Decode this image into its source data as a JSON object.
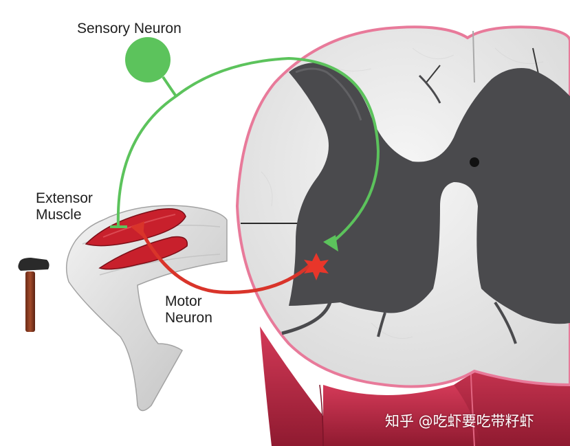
{
  "labels": {
    "sensory_neuron": "Sensory Neuron",
    "extensor_muscle_line1": "Extensor",
    "extensor_muscle_line2": "Muscle",
    "motor_neuron_line1": "Motor",
    "motor_neuron_line2": "Neuron"
  },
  "watermark": "知乎 @吃虾要吃带籽虾",
  "colors": {
    "sensory": "#5cc35c",
    "motor": "#d9342a",
    "gray_matter": "#4a4a4d",
    "white_matter": "#ececec",
    "meninges": "#e87a9a",
    "roots": "#b0243c",
    "muscle": "#c8202c",
    "hammer_handle": "#8a3a22",
    "hammer_head": "#2a2a2a"
  },
  "icons": [
    "hammer-icon",
    "leg-icon",
    "synapse-star-icon"
  ]
}
